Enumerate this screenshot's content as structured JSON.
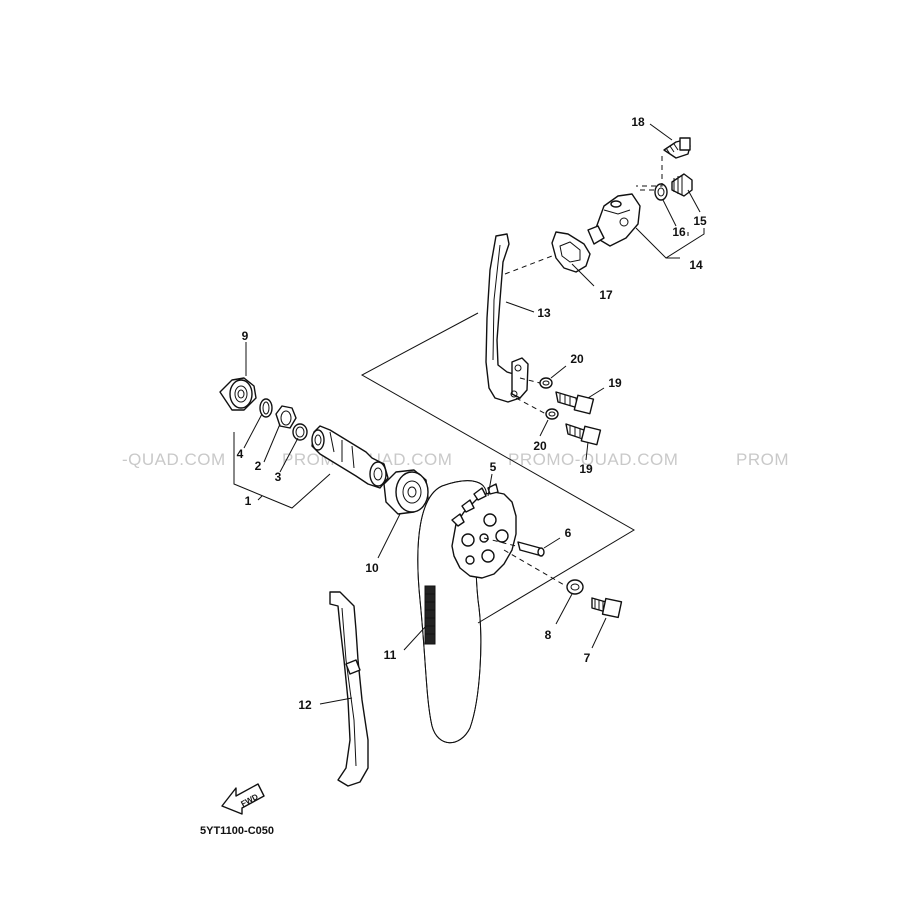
{
  "watermark": {
    "segments": [
      "-QUAD.COM",
      "PROMO-QUAD.COM",
      "PROMO-QUAD.COM",
      "PROM"
    ]
  },
  "callouts": {
    "p1": "1",
    "p2": "2",
    "p3": "3",
    "p4": "4",
    "p5": "5",
    "p6": "6",
    "p7": "7",
    "p8": "8",
    "p9": "9",
    "p10": "10",
    "p11": "11",
    "p12": "12",
    "p13": "13",
    "p14": "14",
    "p15": "15",
    "p16": "16",
    "p17": "17",
    "p18": "18",
    "p19a": "19",
    "p19b": "19",
    "p20a": "20",
    "p20b": "20"
  },
  "fwd_label": "FWD",
  "diagram_code": "5YT1100-C050"
}
